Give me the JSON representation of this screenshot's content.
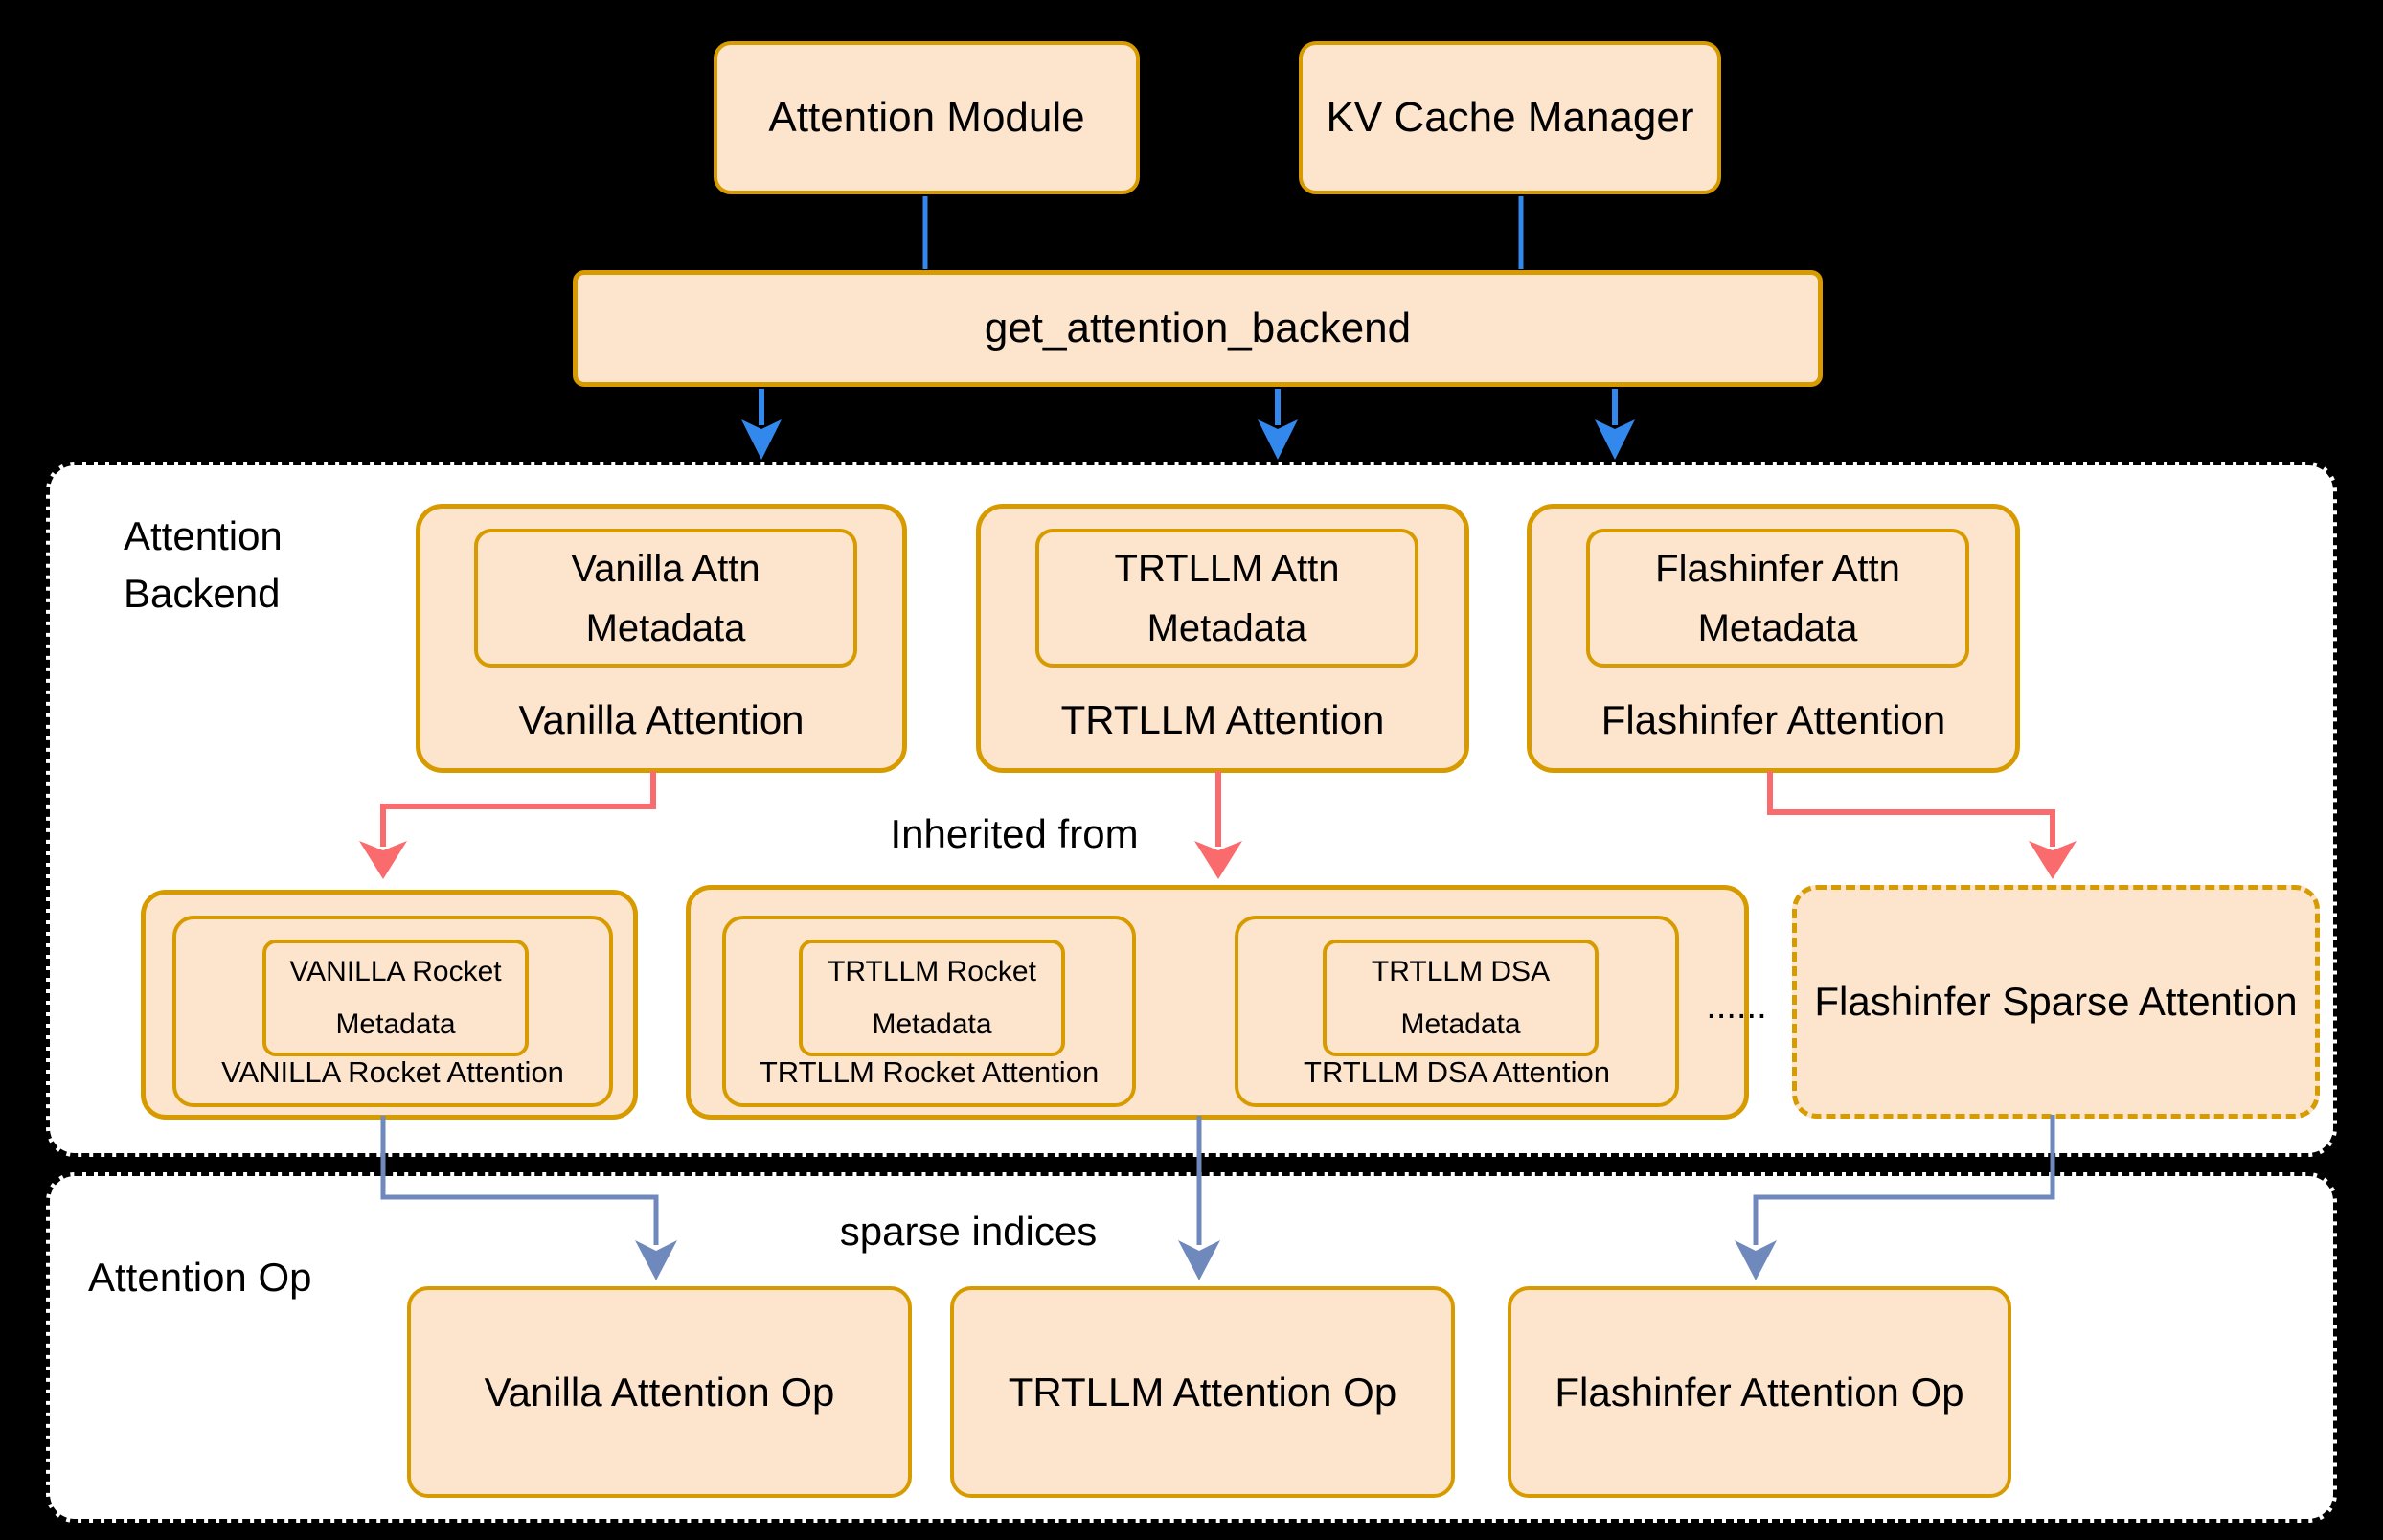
{
  "colors": {
    "background": "#000000",
    "node_fill": "#FCE5CC",
    "node_border": "#D79B00",
    "section_fill": "#FFFFFF",
    "arrow_blue": "#3388EE",
    "arrow_red": "#F96B6C",
    "arrow_steel": "#7089BD",
    "text": "#000000"
  },
  "top": {
    "attention_module": "Attention Module",
    "kv_cache_manager": "KV Cache Manager",
    "get_attention_backend": "get_attention_backend"
  },
  "backend_section": {
    "title": "Attention\nBackend",
    "inherited_label": "Inherited from",
    "backends": [
      {
        "metadata": "Vanilla Attn\nMetadata",
        "label": "Vanilla Attention"
      },
      {
        "metadata": "TRTLLM Attn\nMetadata",
        "label": "TRTLLM Attention"
      },
      {
        "metadata": "Flashinfer Attn\nMetadata",
        "label": "Flashinfer Attention"
      }
    ],
    "derived": {
      "vanilla_rocket": {
        "metadata": "VANILLA Rocket\nMetadata",
        "label": "VANILLA Rocket Attention"
      },
      "trtllm_rocket": {
        "metadata": "TRTLLM Rocket\nMetadata",
        "label": "TRTLLM Rocket Attention"
      },
      "trtllm_dsa": {
        "metadata": "TRTLLM DSA\nMetadata",
        "label": "TRTLLM DSA Attention"
      },
      "ellipsis": "......",
      "flashinfer_sparse": "Flashinfer Sparse Attention"
    }
  },
  "op_section": {
    "title": "Attention Op",
    "sparse_indices_label": "sparse indices",
    "ops": [
      "Vanilla Attention Op",
      "TRTLLM Attention Op",
      "Flashinfer Attention Op"
    ]
  }
}
